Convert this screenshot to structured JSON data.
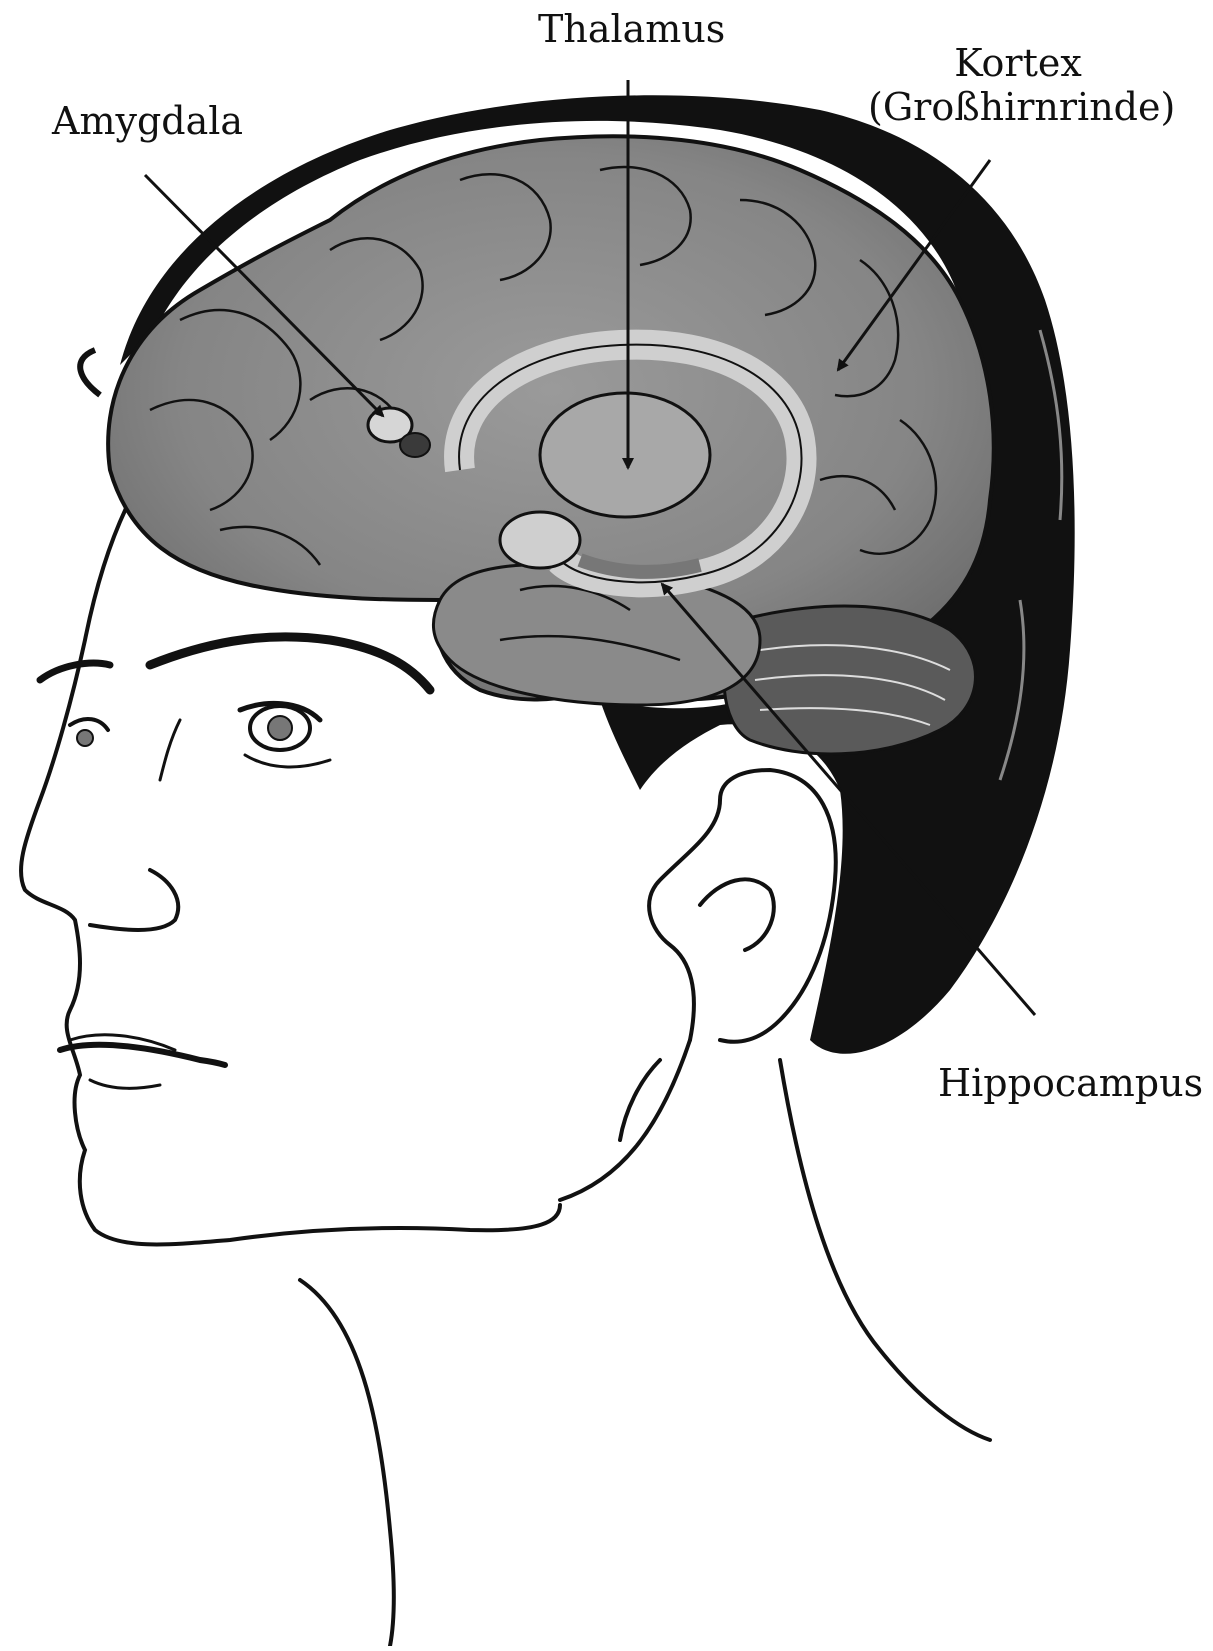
{
  "labels": {
    "thalamus": "Thalamus",
    "amygdala": "Amygdala",
    "kortex_line1": "Kortex",
    "kortex_line2": "(Großhirnrinde)",
    "hippocampus": "Hippocampus"
  },
  "colors": {
    "ink": "#111111",
    "brain_fill": "#8c8c8c",
    "brain_dark": "#5e5e5e",
    "brain_light": "#bdbdbd",
    "background": "#ffffff"
  }
}
